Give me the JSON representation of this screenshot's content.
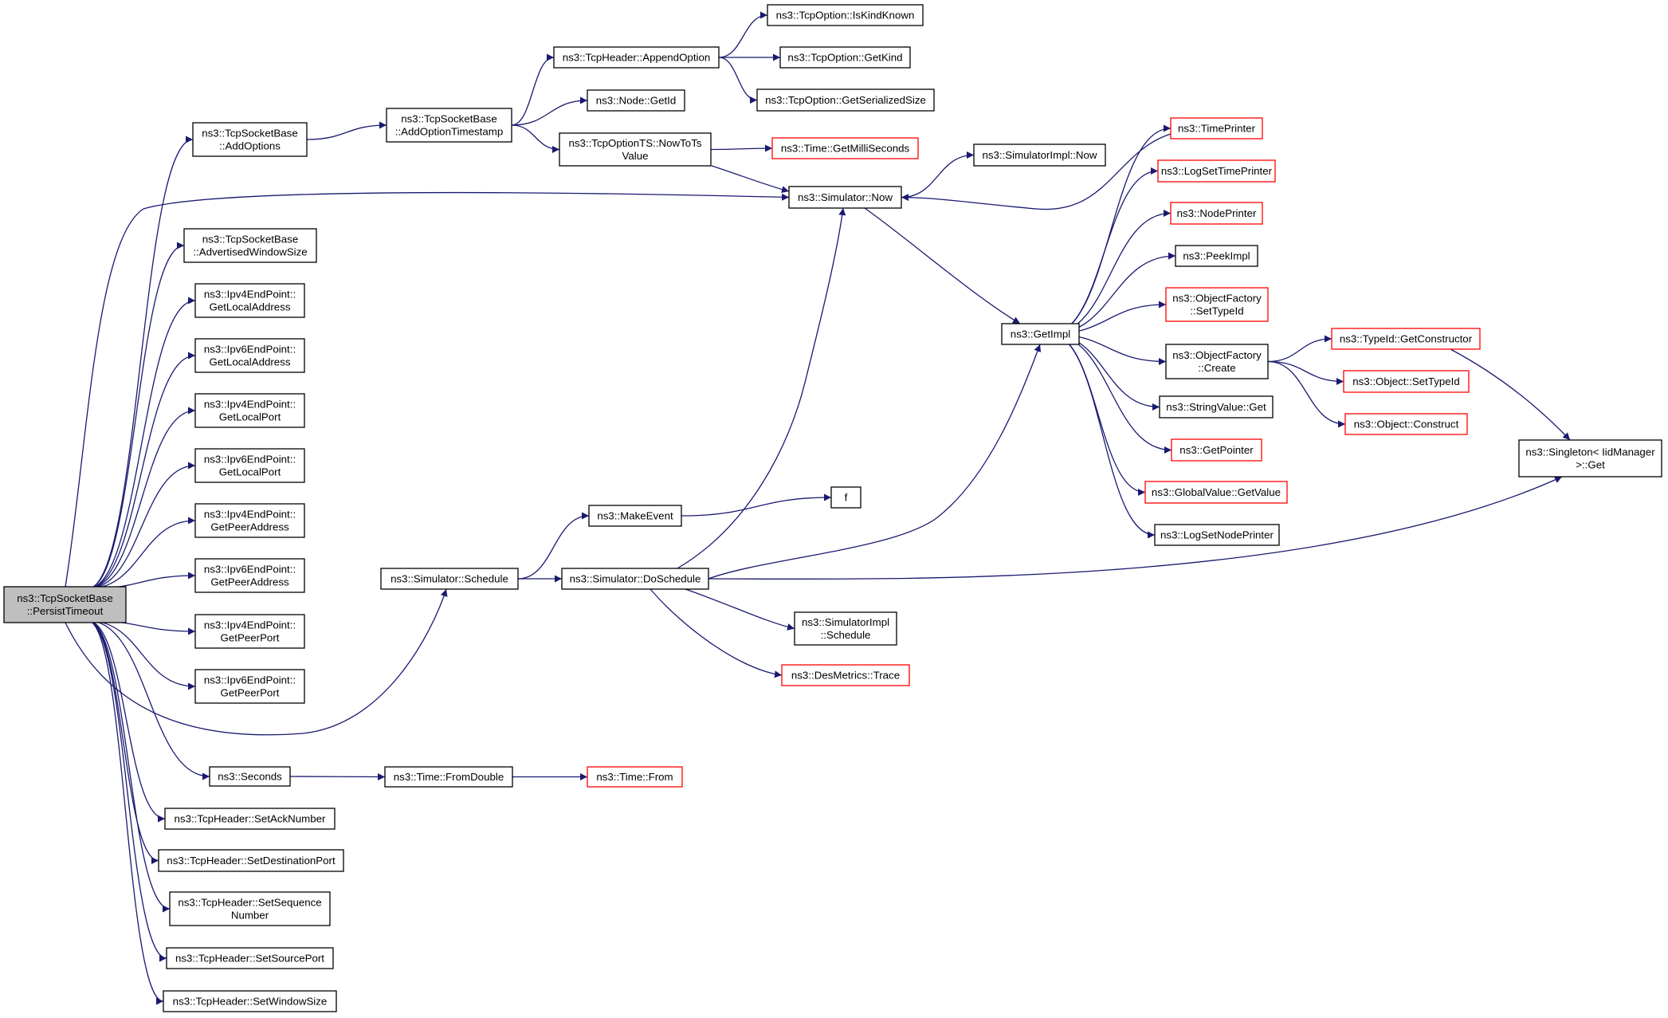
{
  "colors": {
    "edge": "#191970",
    "node_border": "#000000",
    "incomplete_node_border": "#ff0000",
    "root_fill": "#bfbfbf",
    "node_fill": "#ffffff"
  },
  "nodes": [
    {
      "id": "persist_timeout",
      "lines": [
        "ns3::TcpSocketBase",
        "::PersistTimeout"
      ],
      "root": true
    },
    {
      "id": "add_options",
      "lines": [
        "ns3::TcpSocketBase",
        "::AddOptions"
      ]
    },
    {
      "id": "adv_window",
      "lines": [
        "ns3::TcpSocketBase",
        "::AdvertisedWindowSize"
      ]
    },
    {
      "id": "ipv4_local_addr",
      "lines": [
        "ns3::Ipv4EndPoint::",
        "GetLocalAddress"
      ]
    },
    {
      "id": "ipv6_local_addr",
      "lines": [
        "ns3::Ipv6EndPoint::",
        "GetLocalAddress"
      ]
    },
    {
      "id": "ipv4_local_port",
      "lines": [
        "ns3::Ipv4EndPoint::",
        "GetLocalPort"
      ]
    },
    {
      "id": "ipv6_local_port",
      "lines": [
        "ns3::Ipv6EndPoint::",
        "GetLocalPort"
      ]
    },
    {
      "id": "ipv4_peer_addr",
      "lines": [
        "ns3::Ipv4EndPoint::",
        "GetPeerAddress"
      ]
    },
    {
      "id": "ipv6_peer_addr",
      "lines": [
        "ns3::Ipv6EndPoint::",
        "GetPeerAddress"
      ]
    },
    {
      "id": "ipv4_peer_port",
      "lines": [
        "ns3::Ipv4EndPoint::",
        "GetPeerPort"
      ]
    },
    {
      "id": "ipv6_peer_port",
      "lines": [
        "ns3::Ipv6EndPoint::",
        "GetPeerPort"
      ]
    },
    {
      "id": "seconds",
      "lines": [
        "ns3::Seconds"
      ]
    },
    {
      "id": "set_ack",
      "lines": [
        "ns3::TcpHeader::SetAckNumber"
      ]
    },
    {
      "id": "set_dest_port",
      "lines": [
        "ns3::TcpHeader::SetDestinationPort"
      ]
    },
    {
      "id": "set_seq",
      "lines": [
        "ns3::TcpHeader::SetSequence",
        "Number"
      ]
    },
    {
      "id": "set_src_port",
      "lines": [
        "ns3::TcpHeader::SetSourcePort"
      ]
    },
    {
      "id": "set_window",
      "lines": [
        "ns3::TcpHeader::SetWindowSize"
      ]
    },
    {
      "id": "add_option_ts",
      "lines": [
        "ns3::TcpSocketBase",
        "::AddOptionTimestamp"
      ]
    },
    {
      "id": "sim_schedule",
      "lines": [
        "ns3::Simulator::Schedule"
      ]
    },
    {
      "id": "time_from_double",
      "lines": [
        "ns3::Time::FromDouble"
      ]
    },
    {
      "id": "append_option",
      "lines": [
        "ns3::TcpHeader::AppendOption"
      ]
    },
    {
      "id": "node_getid",
      "lines": [
        "ns3::Node::GetId"
      ]
    },
    {
      "id": "now_to_ts",
      "lines": [
        "ns3::TcpOptionTS::NowToTs",
        "Value"
      ]
    },
    {
      "id": "make_event",
      "lines": [
        "ns3::MakeEvent"
      ]
    },
    {
      "id": "do_schedule",
      "lines": [
        "ns3::Simulator::DoSchedule"
      ]
    },
    {
      "id": "time_from",
      "lines": [
        "ns3::Time::From"
      ],
      "incomplete": true
    },
    {
      "id": "is_kind_known",
      "lines": [
        "ns3::TcpOption::IsKindKnown"
      ]
    },
    {
      "id": "get_kind",
      "lines": [
        "ns3::TcpOption::GetKind"
      ]
    },
    {
      "id": "get_serialized_size",
      "lines": [
        "ns3::TcpOption::GetSerializedSize"
      ]
    },
    {
      "id": "get_milli",
      "lines": [
        "ns3::Time::GetMilliSeconds"
      ],
      "incomplete": true
    },
    {
      "id": "sim_now",
      "lines": [
        "ns3::Simulator::Now"
      ]
    },
    {
      "id": "f",
      "lines": [
        "f"
      ]
    },
    {
      "id": "simimpl_schedule",
      "lines": [
        "ns3::SimulatorImpl",
        "::Schedule"
      ]
    },
    {
      "id": "des_trace",
      "lines": [
        "ns3::DesMetrics::Trace"
      ],
      "incomplete": true
    },
    {
      "id": "simimpl_now",
      "lines": [
        "ns3::SimulatorImpl::Now"
      ]
    },
    {
      "id": "get_impl",
      "lines": [
        "ns3::GetImpl"
      ]
    },
    {
      "id": "time_printer",
      "lines": [
        "ns3::TimePrinter"
      ],
      "incomplete": true
    },
    {
      "id": "log_set_time_printer",
      "lines": [
        "ns3::LogSetTimePrinter"
      ],
      "incomplete": true
    },
    {
      "id": "node_printer",
      "lines": [
        "ns3::NodePrinter"
      ],
      "incomplete": true
    },
    {
      "id": "peek_impl",
      "lines": [
        "ns3::PeekImpl"
      ]
    },
    {
      "id": "of_set_type_id",
      "lines": [
        "ns3::ObjectFactory",
        "::SetTypeId"
      ],
      "incomplete": true
    },
    {
      "id": "of_create",
      "lines": [
        "ns3::ObjectFactory",
        "::Create"
      ]
    },
    {
      "id": "string_value_get",
      "lines": [
        "ns3::StringValue::Get"
      ]
    },
    {
      "id": "get_pointer",
      "lines": [
        "ns3::GetPointer"
      ],
      "incomplete": true
    },
    {
      "id": "global_value_get",
      "lines": [
        "ns3::GlobalValue::GetValue"
      ],
      "incomplete": true
    },
    {
      "id": "log_set_node_printer",
      "lines": [
        "ns3::LogSetNodePrinter"
      ]
    },
    {
      "id": "get_constructor",
      "lines": [
        "ns3::TypeId::GetConstructor"
      ],
      "incomplete": true
    },
    {
      "id": "obj_set_type_id",
      "lines": [
        "ns3::Object::SetTypeId"
      ],
      "incomplete": true
    },
    {
      "id": "obj_construct",
      "lines": [
        "ns3::Object::Construct"
      ],
      "incomplete": true
    },
    {
      "id": "singleton_get",
      "lines": [
        "ns3::Singleton< IidManager",
        " >::Get"
      ]
    }
  ],
  "edges": [
    [
      "persist_timeout",
      "add_options"
    ],
    [
      "persist_timeout",
      "adv_window"
    ],
    [
      "persist_timeout",
      "ipv4_local_addr"
    ],
    [
      "persist_timeout",
      "ipv6_local_addr"
    ],
    [
      "persist_timeout",
      "ipv4_local_port"
    ],
    [
      "persist_timeout",
      "ipv6_local_port"
    ],
    [
      "persist_timeout",
      "ipv4_peer_addr"
    ],
    [
      "persist_timeout",
      "ipv6_peer_addr"
    ],
    [
      "persist_timeout",
      "ipv4_peer_port"
    ],
    [
      "persist_timeout",
      "ipv6_peer_port"
    ],
    [
      "persist_timeout",
      "sim_now"
    ],
    [
      "persist_timeout",
      "sim_schedule"
    ],
    [
      "persist_timeout",
      "seconds"
    ],
    [
      "persist_timeout",
      "set_ack"
    ],
    [
      "persist_timeout",
      "set_dest_port"
    ],
    [
      "persist_timeout",
      "set_seq"
    ],
    [
      "persist_timeout",
      "set_src_port"
    ],
    [
      "persist_timeout",
      "set_window"
    ],
    [
      "add_options",
      "add_option_ts"
    ],
    [
      "add_option_ts",
      "append_option"
    ],
    [
      "add_option_ts",
      "node_getid"
    ],
    [
      "add_option_ts",
      "now_to_ts"
    ],
    [
      "append_option",
      "is_kind_known"
    ],
    [
      "append_option",
      "get_kind"
    ],
    [
      "append_option",
      "get_serialized_size"
    ],
    [
      "now_to_ts",
      "get_milli"
    ],
    [
      "now_to_ts",
      "sim_now"
    ],
    [
      "sim_now",
      "simimpl_now"
    ],
    [
      "sim_now",
      "get_impl"
    ],
    [
      "seconds",
      "time_from_double"
    ],
    [
      "time_from_double",
      "time_from"
    ],
    [
      "sim_schedule",
      "make_event"
    ],
    [
      "sim_schedule",
      "do_schedule"
    ],
    [
      "make_event",
      "f"
    ],
    [
      "do_schedule",
      "sim_now"
    ],
    [
      "do_schedule",
      "get_impl"
    ],
    [
      "do_schedule",
      "singleton_get"
    ],
    [
      "do_schedule",
      "simimpl_schedule"
    ],
    [
      "do_schedule",
      "des_trace"
    ],
    [
      "get_impl",
      "time_printer"
    ],
    [
      "get_impl",
      "log_set_time_printer"
    ],
    [
      "get_impl",
      "node_printer"
    ],
    [
      "get_impl",
      "peek_impl"
    ],
    [
      "get_impl",
      "of_set_type_id"
    ],
    [
      "get_impl",
      "of_create"
    ],
    [
      "get_impl",
      "string_value_get"
    ],
    [
      "get_impl",
      "get_pointer"
    ],
    [
      "get_impl",
      "global_value_get"
    ],
    [
      "get_impl",
      "log_set_node_printer"
    ],
    [
      "time_printer",
      "sim_now"
    ],
    [
      "of_create",
      "get_constructor"
    ],
    [
      "of_create",
      "obj_set_type_id"
    ],
    [
      "of_create",
      "obj_construct"
    ],
    [
      "get_constructor",
      "singleton_get"
    ]
  ]
}
